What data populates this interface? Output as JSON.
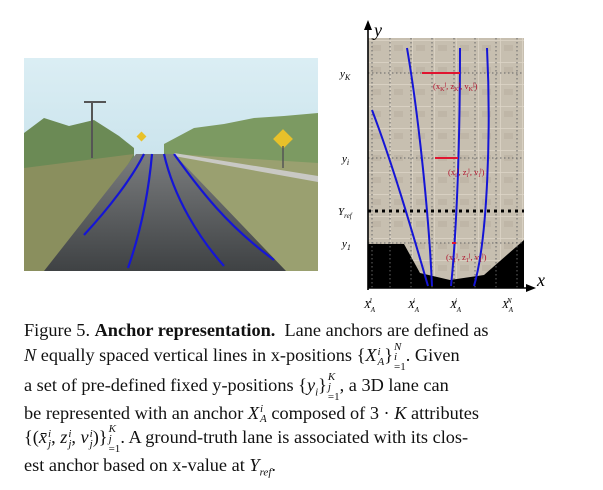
{
  "figure": {
    "axis_labels": {
      "y": "y",
      "x": "x"
    },
    "y_ticks": {
      "yK": "yK",
      "yi": "yi",
      "yref": "Yref",
      "y1": "y1"
    },
    "x_ticks": [
      "X_A^1",
      "X_A^i",
      "X_A^j",
      "X_A^N"
    ],
    "point_labels": [
      "(x_K^j, z_K^j, v_K^j)",
      "(x_i^j, z_i^j, v_i^j)",
      "(x_1^j, z_1^j, v_1^j)"
    ]
  },
  "caption": {
    "label": "Figure 5.",
    "title": "Anchor representation.",
    "t1": "Lane anchors are defined as",
    "t2": "equally spaced vertical lines in x-positions",
    "t3": ". Given",
    "t4": "a set of pre-defined fixed y-positions",
    "t5": ", a 3D lane can",
    "t6": "be represented with an anchor",
    "t7": "composed of 3 ·",
    "t8": "attributes",
    "t9": ". A ground-truth lane is associated with its clos-",
    "t10": "est anchor based on x-value at",
    "t11": "."
  },
  "colors": {
    "lane": "#1515d6",
    "marker": "#e01530",
    "road": "#4a4d50",
    "sky": "#cfe6ef"
  }
}
